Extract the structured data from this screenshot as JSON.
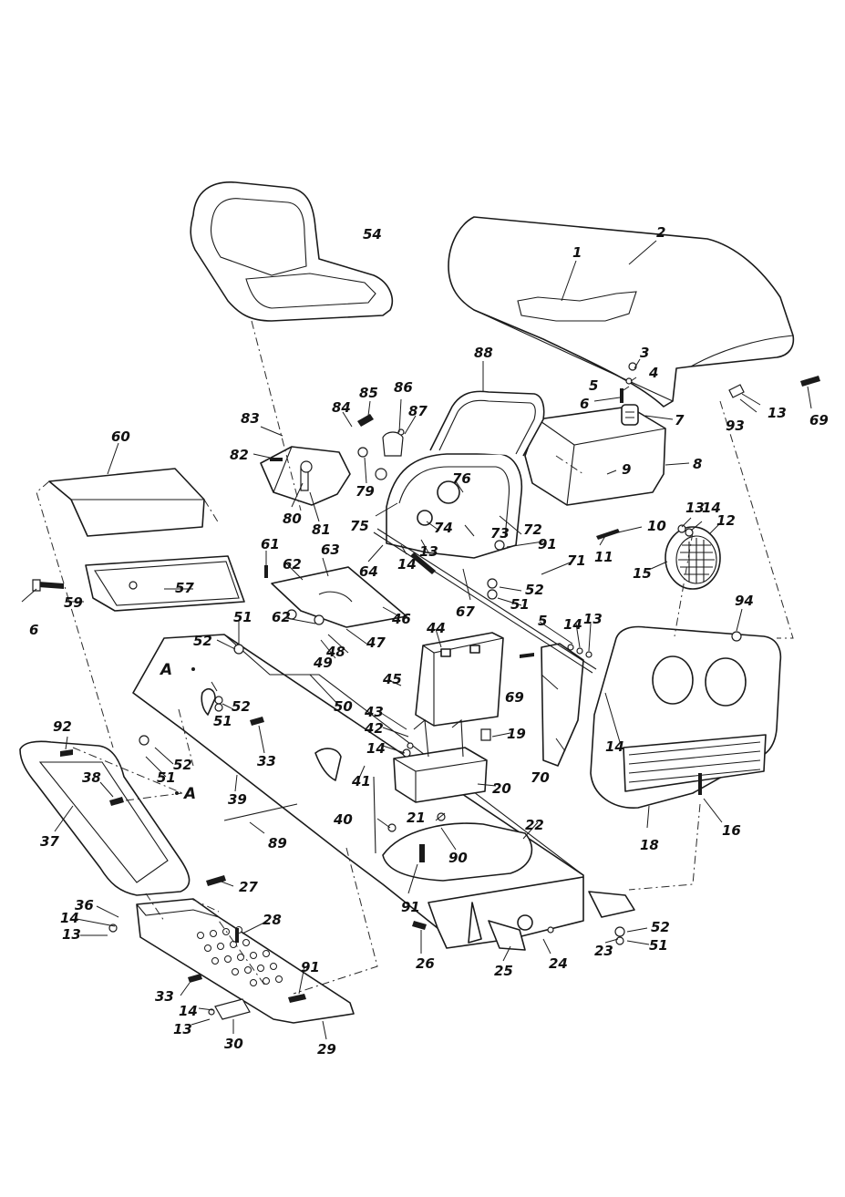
{
  "diagram": {
    "callouts": [
      "1",
      "2",
      "3",
      "4",
      "5",
      "6",
      "7",
      "8",
      "9",
      "10",
      "11",
      "12",
      "13",
      "14",
      "15",
      "16",
      "18",
      "19",
      "20",
      "21",
      "22",
      "23",
      "24",
      "25",
      "26",
      "27",
      "28",
      "29",
      "30",
      "33",
      "36",
      "37",
      "38",
      "39",
      "40",
      "41",
      "42",
      "43",
      "44",
      "45",
      "46",
      "47",
      "48",
      "49",
      "50",
      "51",
      "52",
      "54",
      "57",
      "59",
      "60",
      "61",
      "62",
      "63",
      "64",
      "67",
      "69",
      "70",
      "71",
      "72",
      "73",
      "74",
      "75",
      "76",
      "79",
      "80",
      "81",
      "82",
      "83",
      "84",
      "85",
      "86",
      "87",
      "88",
      "89",
      "90",
      "91",
      "92",
      "93",
      "94"
    ],
    "marker_label": "A"
  }
}
